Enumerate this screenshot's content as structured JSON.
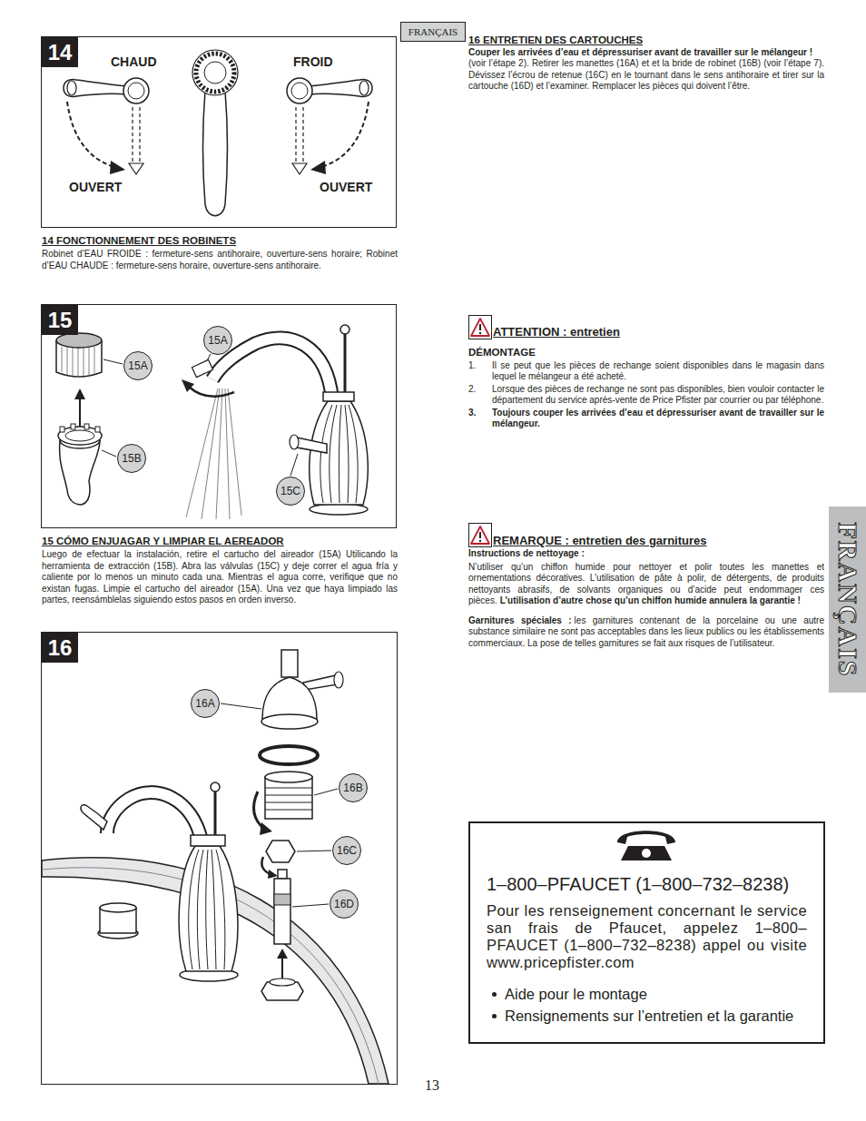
{
  "diagram": {
    "nodes": [
      {
        "text": [
          "14 FONCTIONNEMENT DES ROBINETS",
          "Robinet d’EAU FROIDE : fermeture-sens antihoraire, ouverture-sens horaire; Robinet d’EAU CHAUDE : fermeture-sens horaire, ouverture-sens antihoraire."
        ]
      },
      {
        "text": [
          "14"
        ],
        "in": 0
      },
      {
        "text": [
          "FRANÇAIS"
        ]
      },
      {
        "text": [
          "15 CÓMO ENJUAGAR Y LIMPIAR EL AEREADOR",
          "Luego de efectuar la instalación, retire el cartucho del aireador (15A) Utilicando la herramienta de extracción (15B). Abra las válvulas (15C) y deje correr el agua fría y caliente por lo menos un minuto cada una. Mientras el agua corre, verifique que no existan fugas. Limpie el cartucho del aireador (15A). Una vez que haya limpiado las partes, reensámblelas siguiendo estos pasos en orden inverso."
        ]
      },
      {
        "text": [
          "15"
        ],
        "in": 3
      },
      {
        "text": [
          "15A"
        ],
        "in": 3
      },
      {
        "text": [
          "15A"
        ],
        "in": 3
      },
      {
        "text": [
          "15B"
        ],
        "in": 3
      },
      {
        "text": [
          "15C"
        ],
        "in": 3
      },
      {
        "text": [
          "16"
        ]
      },
      {
        "text": [
          "16A"
        ]
      },
      {
        "text": [
          "16B"
        ]
      },
      {
        "text": [
          "16C"
        ]
      },
      {
        "text": [
          "16D"
        ]
      },
      {
        "text": [
          "FRANÇAIS"
        ]
      },
      {
        "text": [
          "1–800–PFAUCET (1–800–732–8238)",
          "Pour les renseignement concernant le service san frais de Pfaucet, appelez 1–800–PFAUCET (1–800–732–8238) appel ou visite www.pricepfister.com",
          "Aide pour le montage",
          "Rensignements sur l’entretien et la garantie"
        ]
      }
    ],
    "labels": [
      "CHAUD",
      "FROID",
      "OUVERT",
      "OUVERT",
      "16 ENTRETIEN DES CARTOUCHES",
      "Couper les arrivées d’eau et dépressuriser avant de travailler sur le mélangeur !",
      "(voir l’étape 2). Retirer les manettes (16A) et et la bride de robinet (16B) (voir l’étape 7). Dévissez l’écrou de retenue (16C) en le tournant dans le sens antihoraire et tirer sur la cartouche (16D) et l’examiner. Remplacer les pièces qui doivent l’être.",
      "ATTENTION : entretien",
      "DÉMONTAGE",
      "1.",
      "Il se peut que les pièces de rechange soient disponibles dans le magasin dans lequel le mélangeur a été acheté.",
      "2.",
      "Lorsque des pièces de rechange ne sont pas disponibles, bien vouloir contacter le département du service après-vente de Price Pfister par courrier ou par téléphone.",
      "3.",
      "Toujours couper les arrivées d’eau et dépressuriser avant de travailler sur le mélangeur.",
      "REMARQUE : entretien des garnitures",
      "Instructions de nettoyage :",
      "N’utiliser qu’un chiffon humide pour nettoyer et polir toutes les manettes et ornementations décoratives. L’utilisation de pâte à polir, de détergents, de produits nettoyants abrasifs, de solvants organiques ou d’acide peut endommager ces pièces.",
      "L’utilisation d’autre chose qu’un chiffon humide annulera la garantie !",
      "Garnitures spéciales :",
      "les garnitures contenant de la porcelaine ou une autre substance similaire ne sont pas acceptables dans les lieux publics ou les établissements commerciaux. La pose de telles garnitures se fait aux risques de l’utilisateur.",
      "13"
    ]
  }
}
